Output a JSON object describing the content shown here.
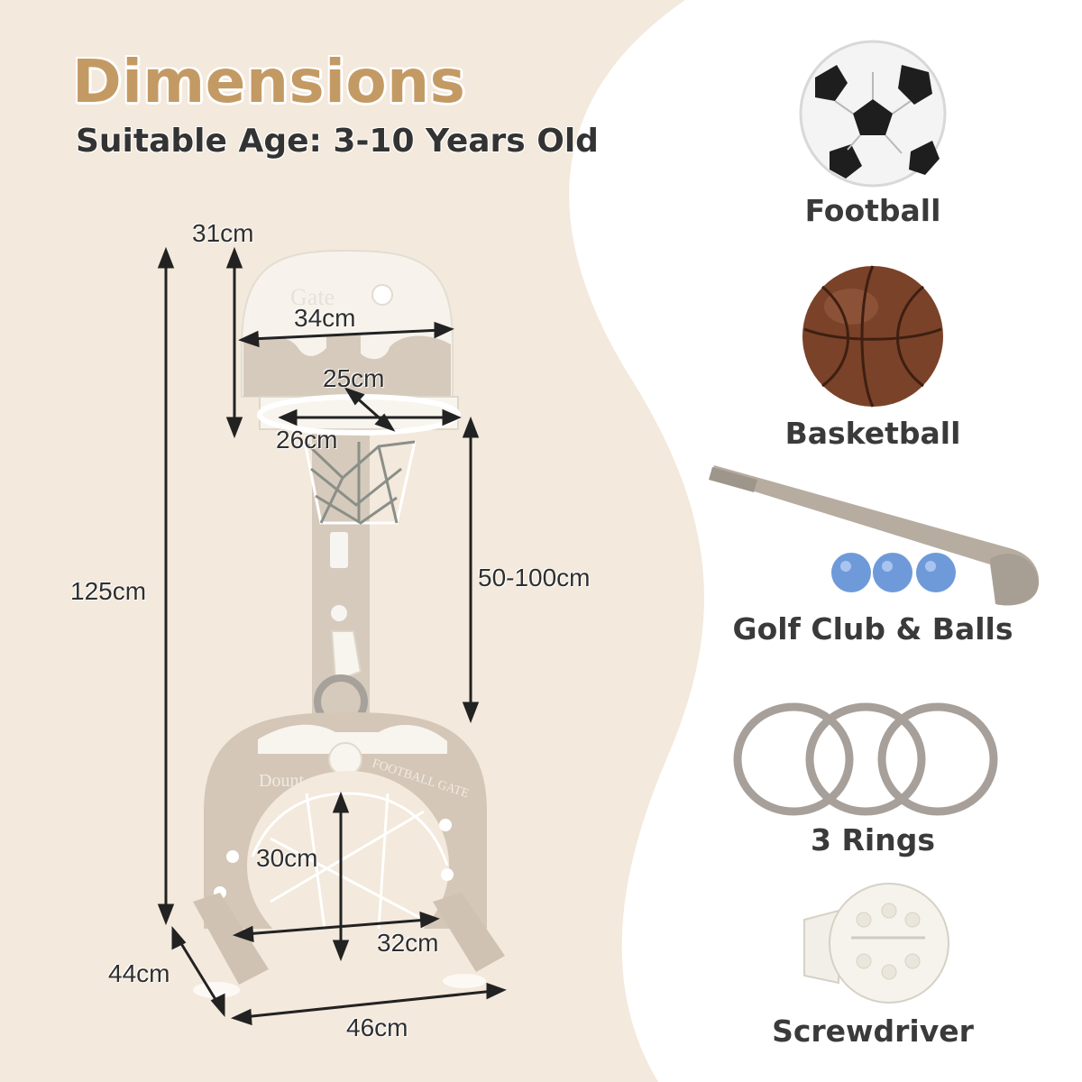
{
  "title": "Dimensions",
  "subtitle": "Suitable Age: 3-10 Years Old",
  "dimensions": {
    "backboard_height": "31cm",
    "backboard_width": "34cm",
    "hoop_depth": "25cm",
    "hoop_width": "26cm",
    "total_height": "125cm",
    "adjustable_range": "50-100cm",
    "goal_height": "30cm",
    "goal_width": "32cm",
    "base_depth": "44cm",
    "base_width": "46cm"
  },
  "product_text": {
    "backboard_word": "Gate",
    "base_word": "Dount",
    "base_arc_text": "FOOTBALL GATE"
  },
  "accessories": [
    {
      "label": "Football",
      "icon": "football-icon"
    },
    {
      "label": "Basketball",
      "icon": "basketball-icon"
    },
    {
      "label": "Golf Club & Balls",
      "icon": "golf-club-icon"
    },
    {
      "label": "3 Rings",
      "icon": "rings-icon"
    },
    {
      "label": "Screwdriver",
      "icon": "screwdriver-icon"
    }
  ],
  "colors": {
    "background": "#f3e9dc",
    "panel": "#ffffff",
    "title": "#c49a64",
    "product_body": "#d4c7b8",
    "product_trim": "#f8f5ef",
    "basketball": "#7a4228",
    "golf_ball": "#6f9ad9"
  }
}
